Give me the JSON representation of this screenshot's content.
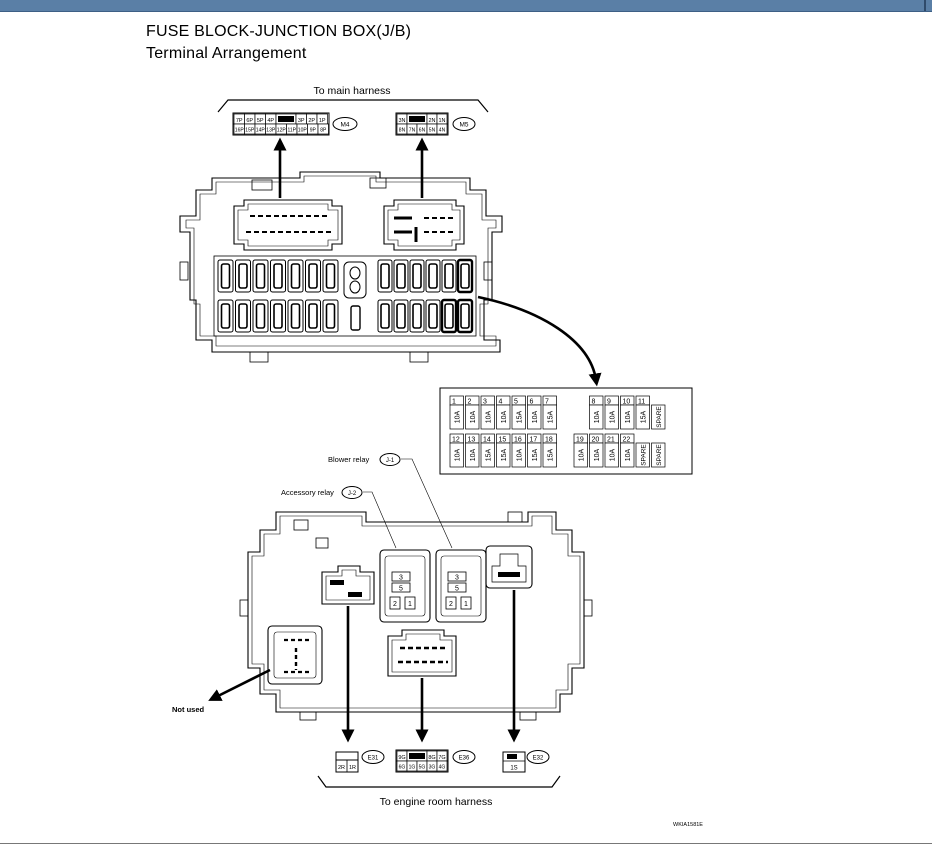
{
  "header": {
    "title": "FUSE BLOCK-JUNCTION BOX(J/B)",
    "subtitle": "Terminal Arrangement"
  },
  "labels": {
    "main_harness": "To main harness",
    "engine_harness": "To engine room harness",
    "blower_relay": "Blower relay",
    "accessory_relay": "Accessory relay",
    "not_used": "Not used",
    "figure_code": "WKIA1581E"
  },
  "badges": {
    "m4": "M4",
    "m5": "M5",
    "j1": "J-1",
    "j2": "J-2",
    "e31": "E31",
    "e36": "E36",
    "e32": "E32"
  },
  "connector_m4": {
    "top": [
      "7P",
      "6P",
      "5P",
      "4P",
      "",
      "3P",
      "2P",
      "1P"
    ],
    "bottom": [
      "16P",
      "15P",
      "14P",
      "13P",
      "12P",
      "11P",
      "10P",
      "9P",
      "8P"
    ]
  },
  "connector_m5": {
    "top": [
      "3N",
      "",
      "2N",
      "1N"
    ],
    "bottom": [
      "8N",
      "7N",
      "6N",
      "5N",
      "4N"
    ]
  },
  "connector_e31": [
    "2R",
    "1R"
  ],
  "connector_e36": {
    "top": [
      "9G",
      "",
      "8G",
      "7G"
    ],
    "bottom": [
      "6G",
      "1G",
      "5G",
      "3G",
      "4G"
    ]
  },
  "connector_e32": [
    "1S"
  ],
  "relay_pins": [
    "3",
    "5",
    "2",
    "1"
  ],
  "fuse_rows": [
    [
      {
        "no": "1",
        "rating": "10A"
      },
      {
        "no": "2",
        "rating": "10A"
      },
      {
        "no": "3",
        "rating": "10A"
      },
      {
        "no": "4",
        "rating": "10A"
      },
      {
        "no": "5",
        "rating": "15A"
      },
      {
        "no": "6",
        "rating": "10A"
      },
      {
        "no": "7",
        "rating": "15A"
      },
      {
        "no": "",
        "rating": ""
      },
      {
        "no": "",
        "rating": ""
      },
      {
        "no": "8",
        "rating": "10A"
      },
      {
        "no": "9",
        "rating": "10A"
      },
      {
        "no": "10",
        "rating": "10A"
      },
      {
        "no": "11",
        "rating": "15A"
      },
      {
        "no": "",
        "rating": "SPARE"
      }
    ],
    [
      {
        "no": "12",
        "rating": "10A"
      },
      {
        "no": "13",
        "rating": "10A"
      },
      {
        "no": "14",
        "rating": "15A"
      },
      {
        "no": "15",
        "rating": "15A"
      },
      {
        "no": "16",
        "rating": "10A"
      },
      {
        "no": "17",
        "rating": "15A"
      },
      {
        "no": "18",
        "rating": "15A"
      },
      {
        "no": "",
        "rating": ""
      },
      {
        "no": "19",
        "rating": "10A"
      },
      {
        "no": "20",
        "rating": "10A"
      },
      {
        "no": "21",
        "rating": "10A"
      },
      {
        "no": "22",
        "rating": "10A"
      },
      {
        "no": "",
        "rating": "SPARE"
      },
      {
        "no": "",
        "rating": "SPARE"
      }
    ]
  ]
}
